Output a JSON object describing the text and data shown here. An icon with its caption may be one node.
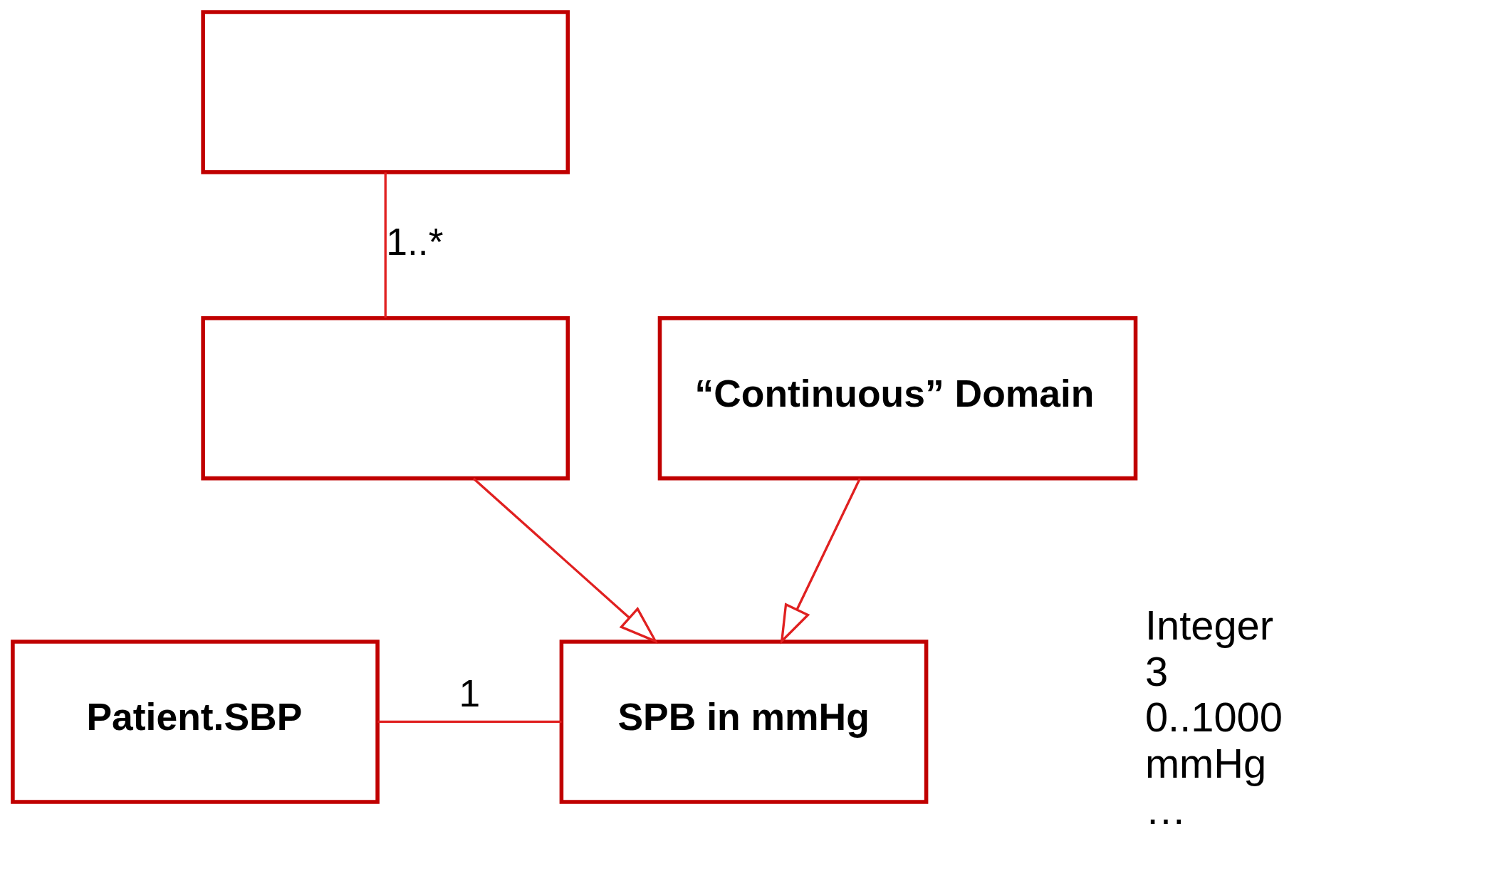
{
  "diagram": {
    "nodes": [
      {
        "text": [],
        "shape": "box"
      },
      {
        "text": [
          "“Continuous” Domain"
        ]
      },
      {
        "text": [],
        "shape": "box"
      },
      {
        "text": [
          "Patient.SBP"
        ]
      },
      {
        "text": [
          "SPB in mmHg"
        ]
      }
    ],
    "edges": [
      {
        "from": 0,
        "to": 2,
        "arrow": "none",
        "label": "1..*"
      },
      {
        "from": 1,
        "to": 4,
        "arrow": "to"
      },
      {
        "from": 2,
        "to": 4,
        "arrow": "to"
      },
      {
        "from": 3,
        "to": 4,
        "arrow": "none",
        "label": "1"
      }
    ],
    "labels": [
      "Integer",
      "3",
      "0..1000",
      "mmHg",
      "…"
    ]
  }
}
